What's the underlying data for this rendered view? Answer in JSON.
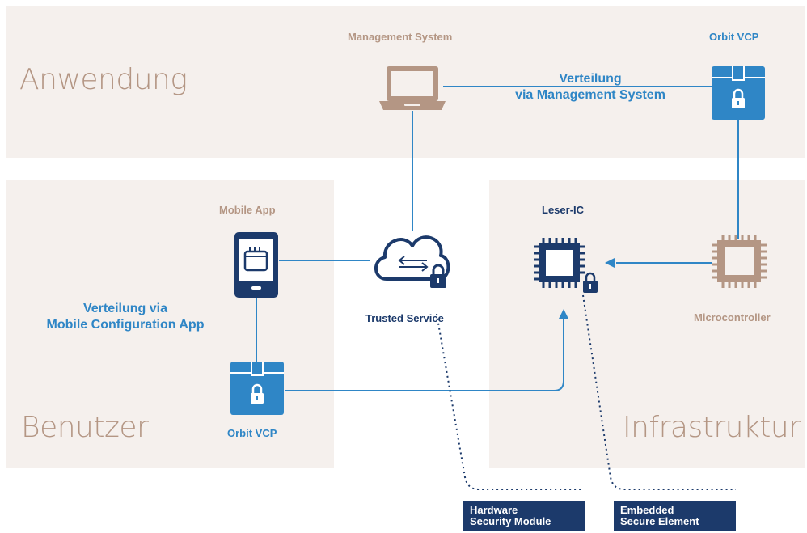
{
  "zones": {
    "anwendung": "Anwendung",
    "benutzer": "Benutzer",
    "infrastruktur": "Infrastruktur"
  },
  "labels": {
    "management_system": "Management System",
    "orbit_vcp_top": "Orbit VCP",
    "mobile_app": "Mobile App",
    "trusted_service": "Trusted Service",
    "leser_ic": "Leser-IC",
    "microcontroller": "Microcontroller",
    "orbit_vcp_bottom": "Orbit VCP"
  },
  "callouts": {
    "management_line1": "Verteilung",
    "management_line2": "via Management System",
    "mobile_line1": "Verteilung via",
    "mobile_line2": "Mobile Configuration App"
  },
  "boxes": {
    "hsm_line1": "Hardware",
    "hsm_line2": "Security Module",
    "ese_line1": "Embedded",
    "ese_line2": "Secure Element"
  },
  "colors": {
    "zone_bg": "#f5f0ed",
    "tan": "#b49684",
    "blue": "#2f86c6",
    "navy": "#1c3a6b"
  },
  "icons": [
    "laptop-icon",
    "package-lock-icon",
    "smartphone-icon",
    "cloud-lock-icon",
    "chip-lock-icon",
    "chip-icon"
  ]
}
